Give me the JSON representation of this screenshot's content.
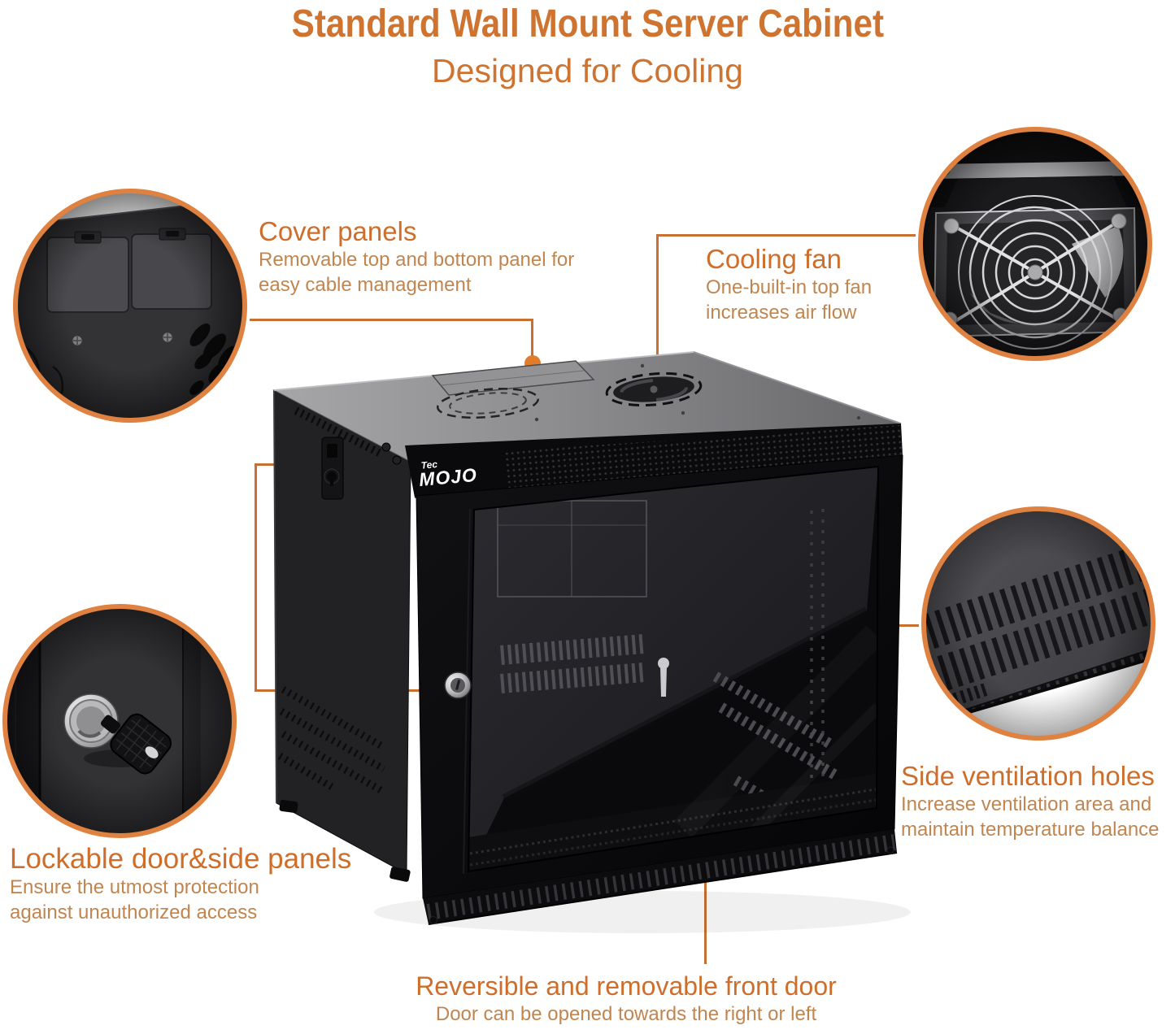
{
  "colors": {
    "title": "#ce7430",
    "heading": "#ce6e2a",
    "body": "#c1854f",
    "line": "#c96f2f",
    "dot": "#e07c2b",
    "ring": "#df8140"
  },
  "header": {
    "title": "Standard Wall Mount Server Cabinet",
    "subtitle": "Designed for Cooling"
  },
  "brand": {
    "line1": "Tec",
    "line2": "MOJO"
  },
  "callouts": {
    "cover_panels": {
      "title": "Cover panels",
      "desc_lines": [
        "Removable top and bottom panel for",
        "easy cable management"
      ]
    },
    "cooling_fan": {
      "title": "Cooling fan",
      "desc_lines": [
        "One-built-in top fan",
        "increases air flow"
      ]
    },
    "side_ventilation": {
      "title": "Side ventilation holes",
      "desc_lines": [
        "Increase ventilation area and",
        "maintain temperature balance"
      ]
    },
    "lockable": {
      "title": "Lockable door&side panels",
      "desc_lines": [
        "Ensure the utmost protection",
        "against unauthorized access"
      ]
    },
    "front_door": {
      "title": "Reversible and removable front door",
      "desc_lines": [
        "Door can be opened towards the right or left"
      ]
    }
  }
}
